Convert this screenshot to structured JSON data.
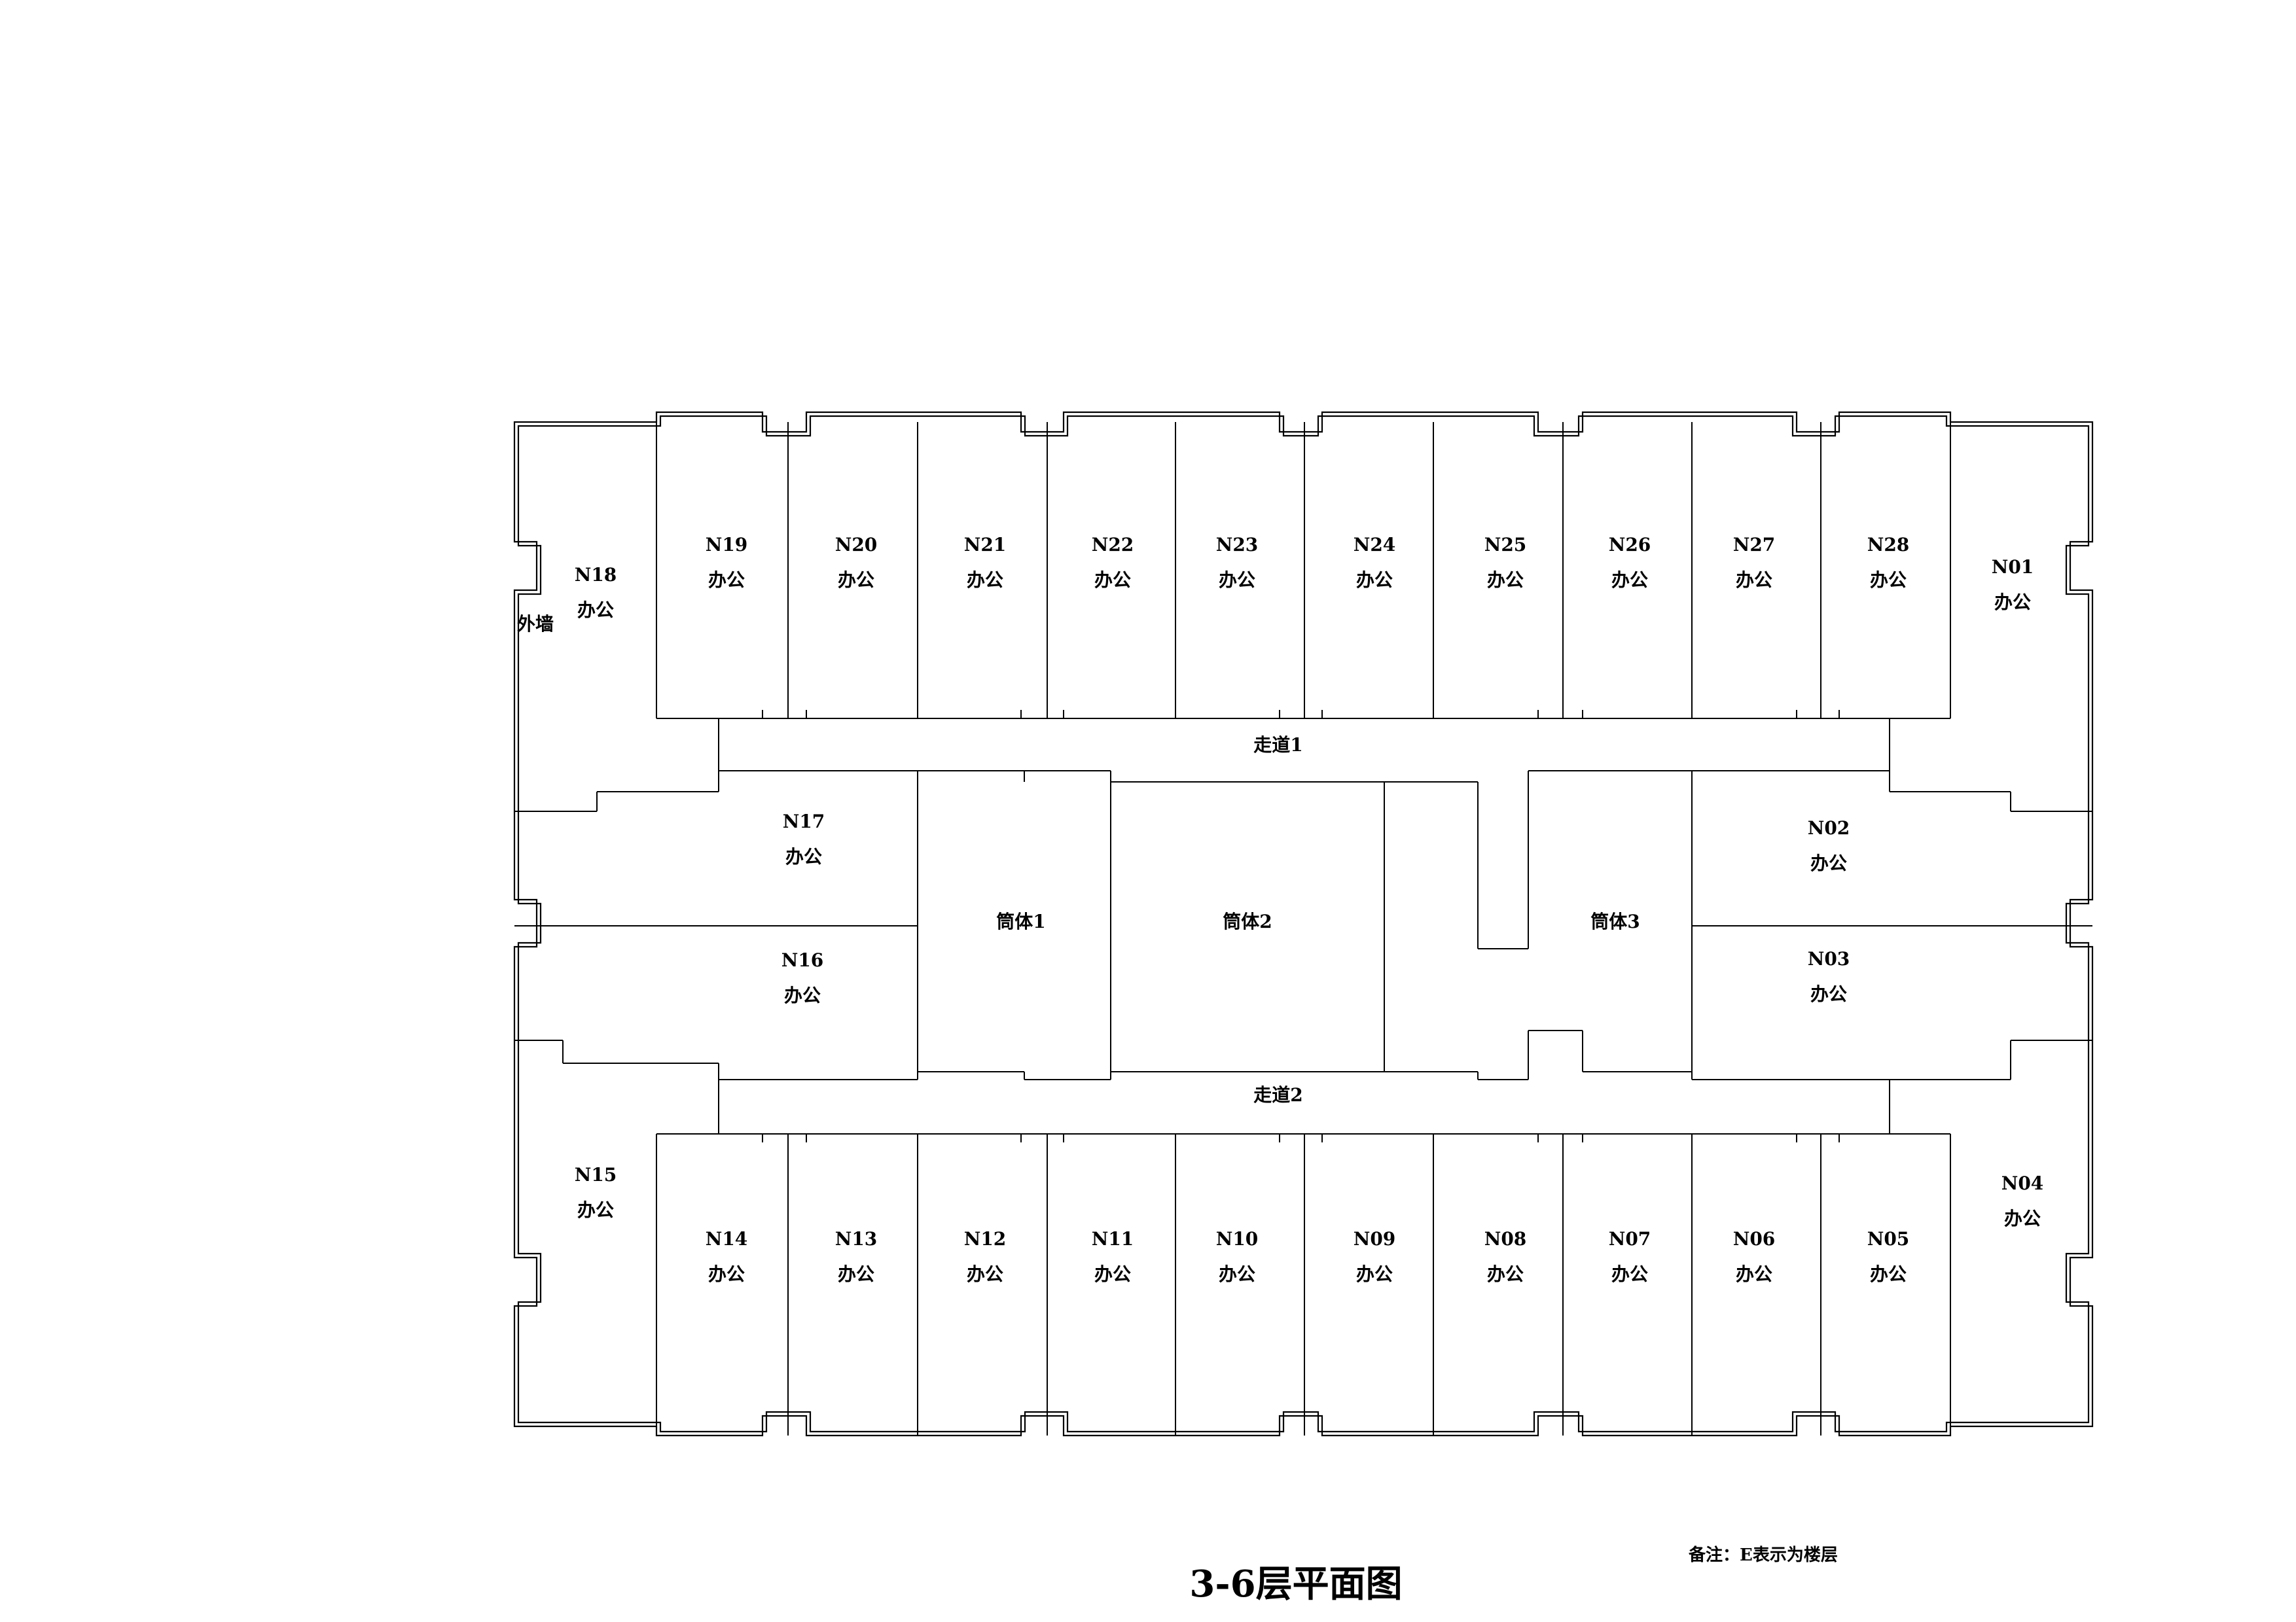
{
  "title": "3-6层平面图",
  "note": "备注：E表示为楼层",
  "exterior_wall_label": "外墙",
  "corridors": [
    {
      "id": "corridor-1",
      "label": "走道1"
    },
    {
      "id": "corridor-2",
      "label": "走道2"
    }
  ],
  "cores": [
    {
      "id": "core-1",
      "label": "筒体1"
    },
    {
      "id": "core-2",
      "label": "筒体2"
    },
    {
      "id": "core-3",
      "label": "筒体3"
    }
  ],
  "rooms": [
    {
      "code": "N01",
      "use": "办公"
    },
    {
      "code": "N02",
      "use": "办公"
    },
    {
      "code": "N03",
      "use": "办公"
    },
    {
      "code": "N04",
      "use": "办公"
    },
    {
      "code": "N05",
      "use": "办公"
    },
    {
      "code": "N06",
      "use": "办公"
    },
    {
      "code": "N07",
      "use": "办公"
    },
    {
      "code": "N08",
      "use": "办公"
    },
    {
      "code": "N09",
      "use": "办公"
    },
    {
      "code": "N10",
      "use": "办公"
    },
    {
      "code": "N11",
      "use": "办公"
    },
    {
      "code": "N12",
      "use": "办公"
    },
    {
      "code": "N13",
      "use": "办公"
    },
    {
      "code": "N14",
      "use": "办公"
    },
    {
      "code": "N15",
      "use": "办公"
    },
    {
      "code": "N16",
      "use": "办公"
    },
    {
      "code": "N17",
      "use": "办公"
    },
    {
      "code": "N18",
      "use": "办公"
    },
    {
      "code": "N19",
      "use": "办公"
    },
    {
      "code": "N20",
      "use": "办公"
    },
    {
      "code": "N21",
      "use": "办公"
    },
    {
      "code": "N22",
      "use": "办公"
    },
    {
      "code": "N23",
      "use": "办公"
    },
    {
      "code": "N24",
      "use": "办公"
    },
    {
      "code": "N25",
      "use": "办公"
    },
    {
      "code": "N26",
      "use": "办公"
    },
    {
      "code": "N27",
      "use": "办公"
    },
    {
      "code": "N28",
      "use": "办公"
    }
  ]
}
